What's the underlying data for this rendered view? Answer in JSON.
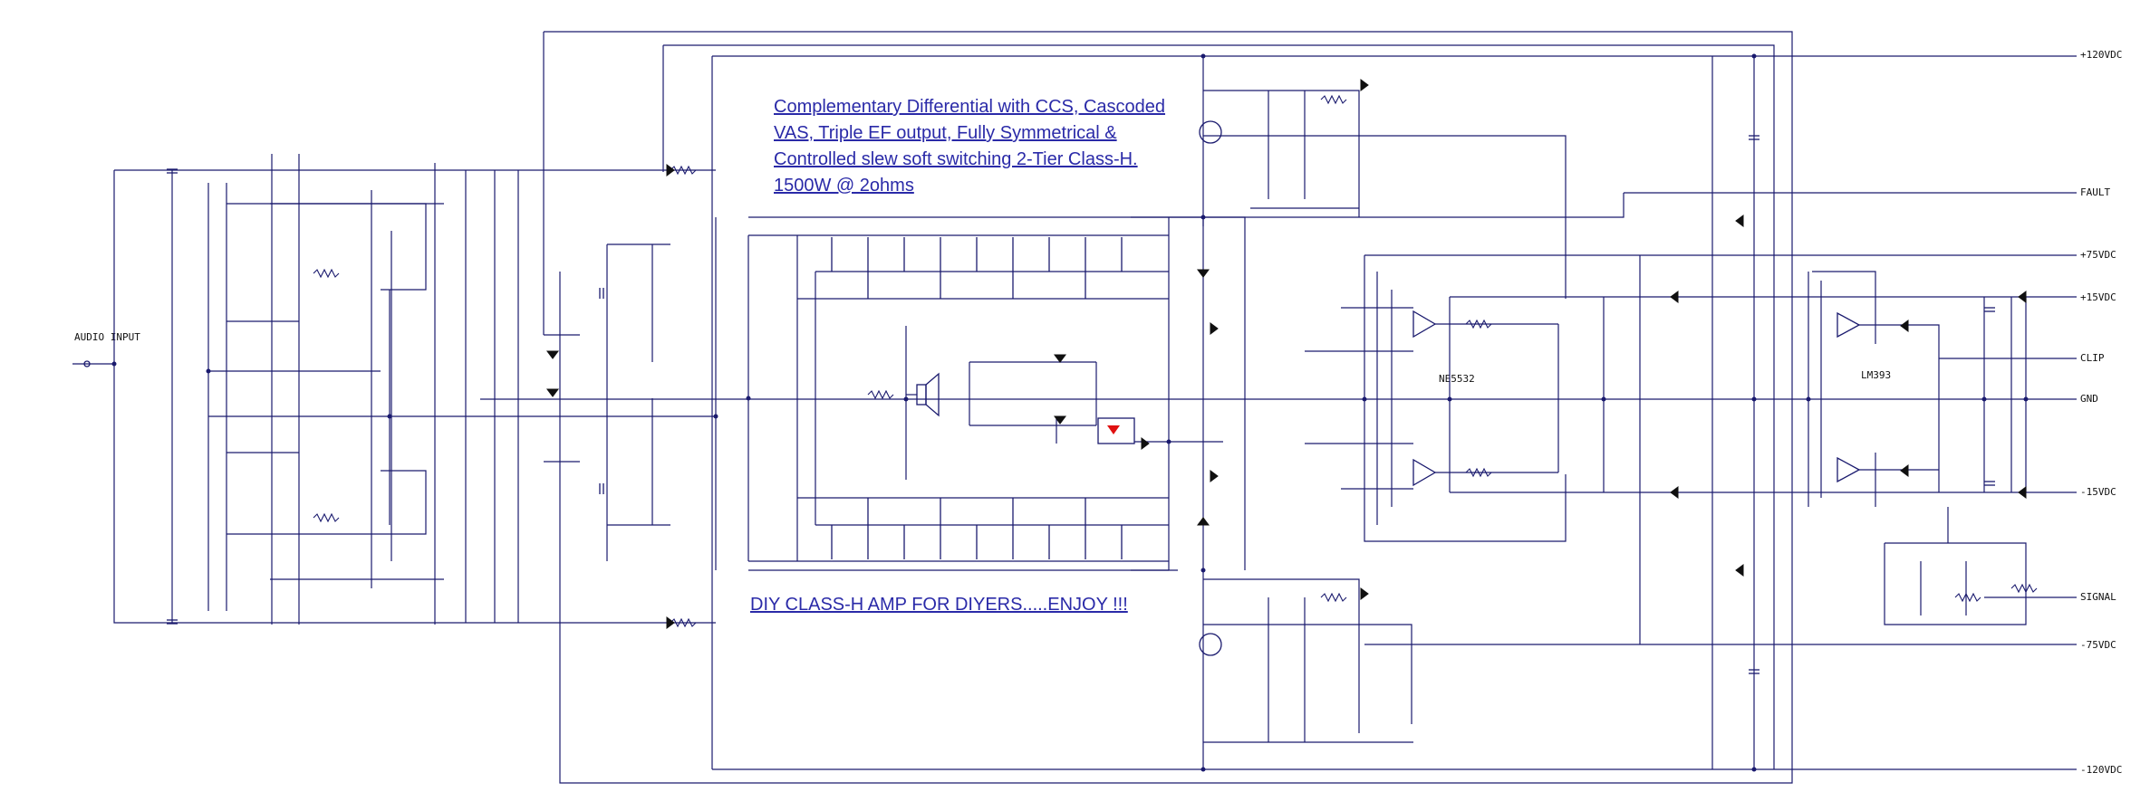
{
  "title_lines": [
    "Complementary Differential with CCS, Cascoded",
    "VAS, Triple EF output, Fully Symmetrical &",
    "Controlled slew soft switching 2-Tier Class-H.",
    "1500W @ 2ohms"
  ],
  "footer_note": "DIY CLASS-H AMP FOR DIYERS.....ENJOY !!!",
  "input_label": "AUDIO INPUT",
  "chip_labels": {
    "opamp": "NE5532",
    "comparator": "LM393"
  },
  "rails": [
    {
      "key": "p120",
      "label": "+120VDC"
    },
    {
      "key": "fault",
      "label": "FAULT"
    },
    {
      "key": "p75",
      "label": "+75VDC"
    },
    {
      "key": "p15",
      "label": "+15VDC"
    },
    {
      "key": "clip",
      "label": "CLIP"
    },
    {
      "key": "gnd",
      "label": "GND"
    },
    {
      "key": "m15",
      "label": "-15VDC"
    },
    {
      "key": "signal",
      "label": "SIGNAL"
    },
    {
      "key": "m75",
      "label": "-75VDC"
    },
    {
      "key": "m120",
      "label": "-120VDC"
    }
  ],
  "colors": {
    "wire": "#1a1a6e",
    "title": "#2a2aa8",
    "optocoupler_led": "#e01010"
  }
}
